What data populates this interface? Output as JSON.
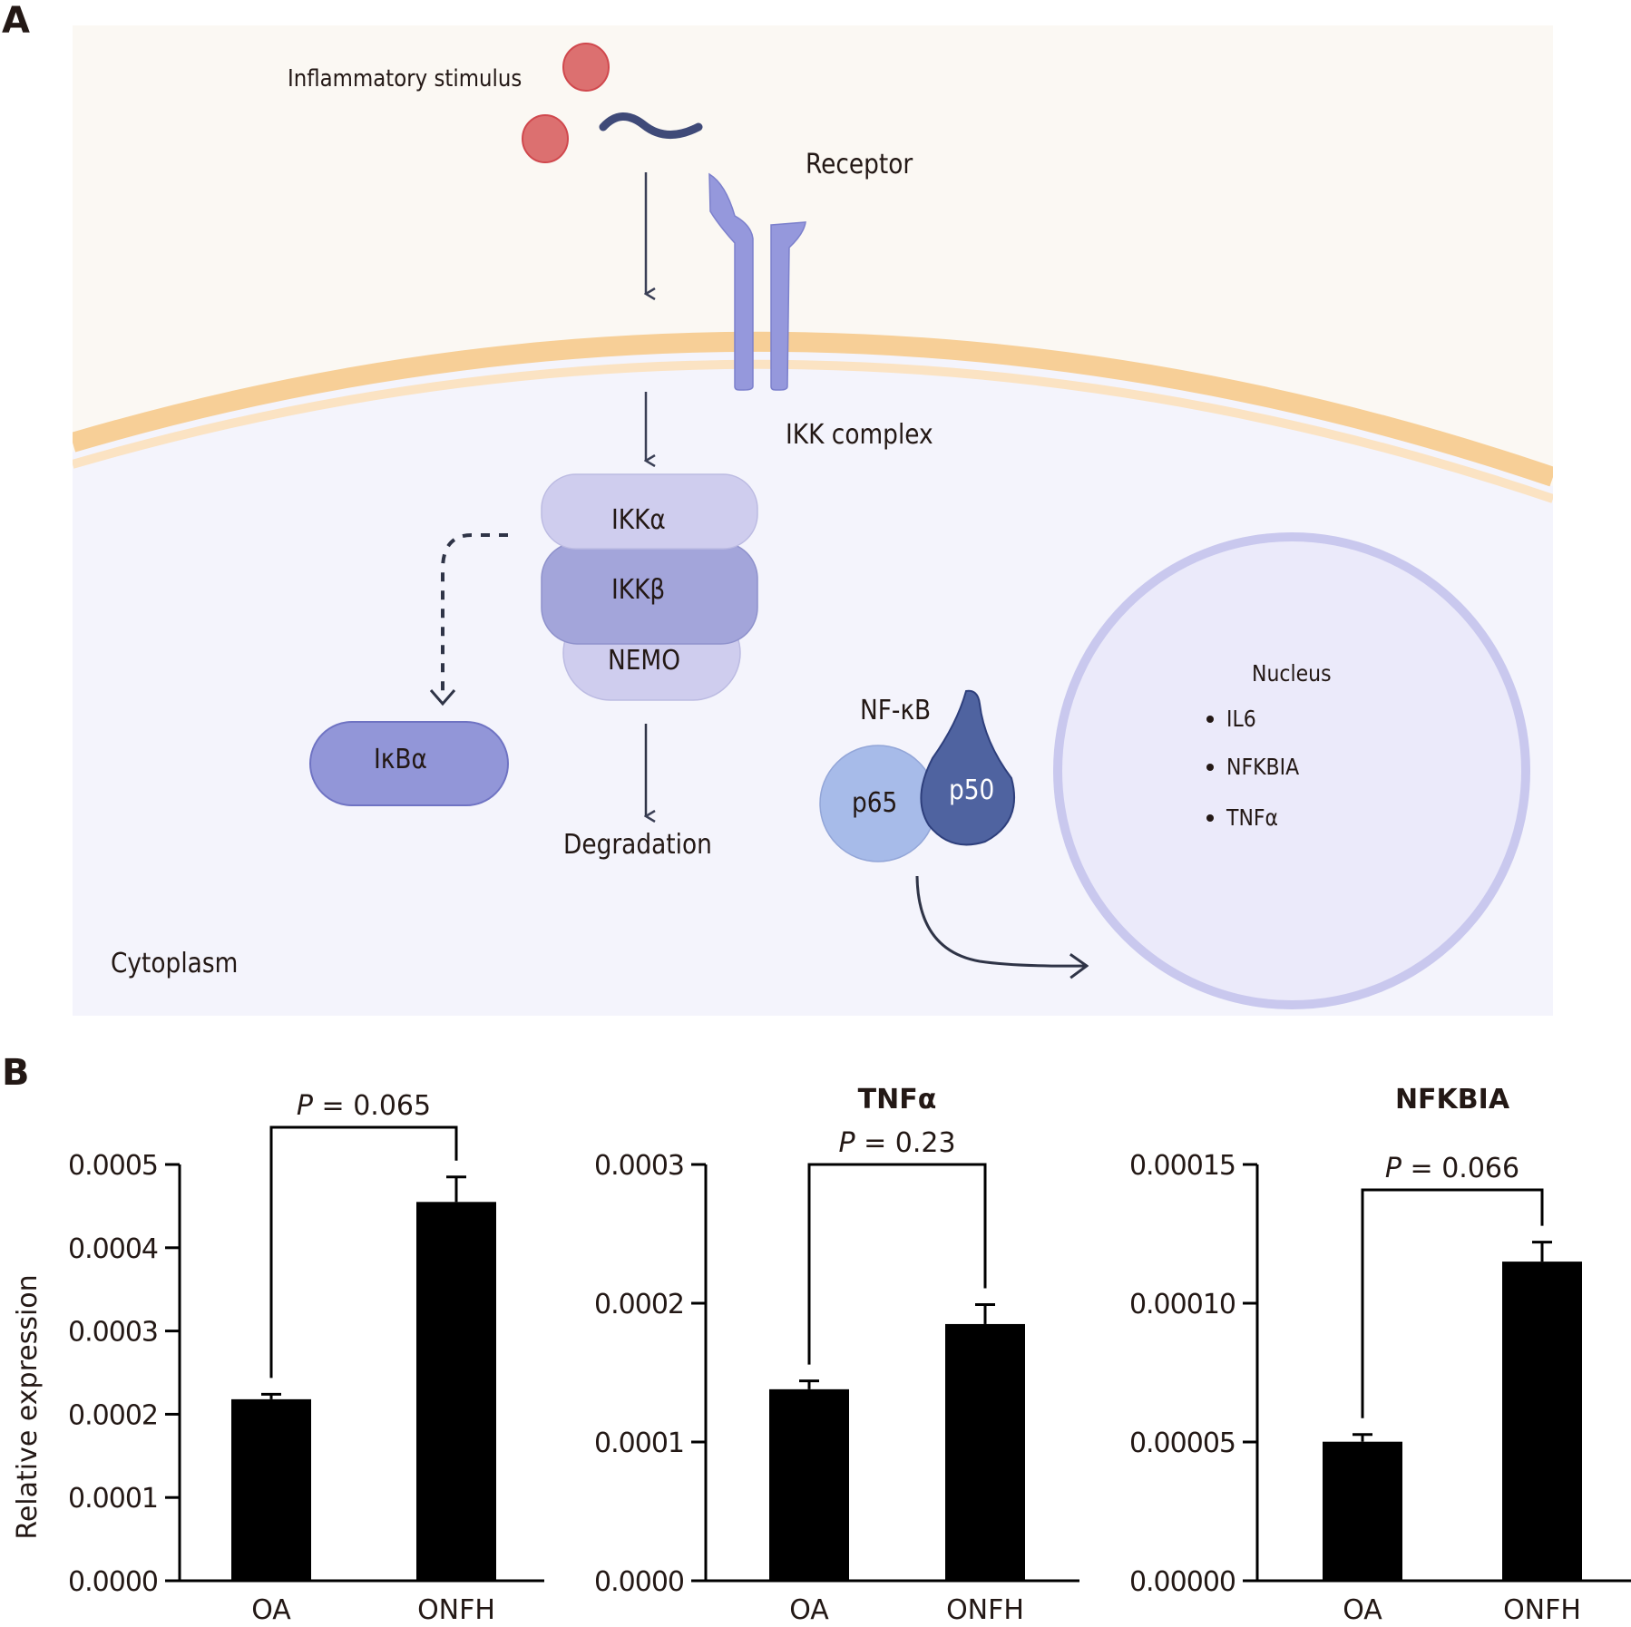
{
  "panels": {
    "a_label": "A",
    "b_label": "B"
  },
  "diagram": {
    "stimulus_label": "Inflammatory stimulus",
    "receptor_label": "Receptor",
    "ikk_complex_label": "IKK complex",
    "ikk_subunits": [
      "IKKα",
      "IKKβ",
      "NEMO"
    ],
    "ikba_label": "IκBα",
    "degradation_label": "Degradation",
    "nfkb_label": "NF-κB",
    "p65_label": "p65",
    "p50_label": "p50",
    "nucleus_label": "Nucleus",
    "nucleus_genes": [
      "IL6",
      "NFKBIA",
      "TNFα"
    ],
    "cytoplasm_label": "Cytoplasm",
    "colors": {
      "extracellular": "#fbf8f3",
      "cytoplasm": "#f4f4fc",
      "membrane": "#f7cf97",
      "stimulus": "#dc7070",
      "ligand": "#3f4a78",
      "receptor": "#9598dc",
      "ikk_alpha": "#cfcdee",
      "ikk_beta": "#a3a5da",
      "nemo": "#cfcdee",
      "ikba": "#9296d8",
      "p65": "#a7bbe9",
      "p50": "#4f63a0",
      "nucleus_fill": "#ebeafa",
      "nucleus_border": "#c9c8ee"
    }
  },
  "chart_data": [
    {
      "type": "bar",
      "title": "",
      "categories": [
        "OA",
        "ONFH"
      ],
      "values": [
        0.000218,
        0.000455
      ],
      "error_upper": [
        0.000224,
        0.000485
      ],
      "ylabel": "Relative expression",
      "xlabel": "",
      "ylim": [
        0,
        0.0005
      ],
      "yticks": [
        "0.0000",
        "0.0001",
        "0.0002",
        "0.0003",
        "0.0004",
        "0.0005"
      ],
      "ytick_values": [
        0,
        0.0001,
        0.0002,
        0.0003,
        0.0004,
        0.0005
      ],
      "annotation": {
        "p_symbol": "P",
        "text": " = 0.065"
      },
      "bar_color": "#000000",
      "grid": false
    },
    {
      "type": "bar",
      "title": "TNFα",
      "categories": [
        "OA",
        "ONFH"
      ],
      "values": [
        0.000138,
        0.000185
      ],
      "error_upper": [
        0.000144,
        0.000199
      ],
      "ylabel": "",
      "xlabel": "",
      "ylim": [
        0,
        0.0003
      ],
      "yticks": [
        "0.0000",
        "0.0001",
        "0.0002",
        "0.0003"
      ],
      "ytick_values": [
        0,
        0.0001,
        0.0002,
        0.0003
      ],
      "annotation": {
        "p_symbol": "P",
        "text": " = 0.23"
      },
      "bar_color": "#000000",
      "grid": false
    },
    {
      "type": "bar",
      "title": "NFKBIA",
      "categories": [
        "OA",
        "ONFH"
      ],
      "values": [
        5.01e-05,
        0.000115
      ],
      "error_upper": [
        5.27e-05,
        0.000122
      ],
      "ylabel": "",
      "xlabel": "",
      "ylim": [
        0,
        0.00015
      ],
      "yticks": [
        "0.00000",
        "0.00005",
        "0.00010",
        "0.00015"
      ],
      "ytick_values": [
        0,
        5e-05,
        0.0001,
        0.00015
      ],
      "annotation": {
        "p_symbol": "P",
        "text": " = 0.066"
      },
      "bar_color": "#000000",
      "grid": false
    }
  ]
}
